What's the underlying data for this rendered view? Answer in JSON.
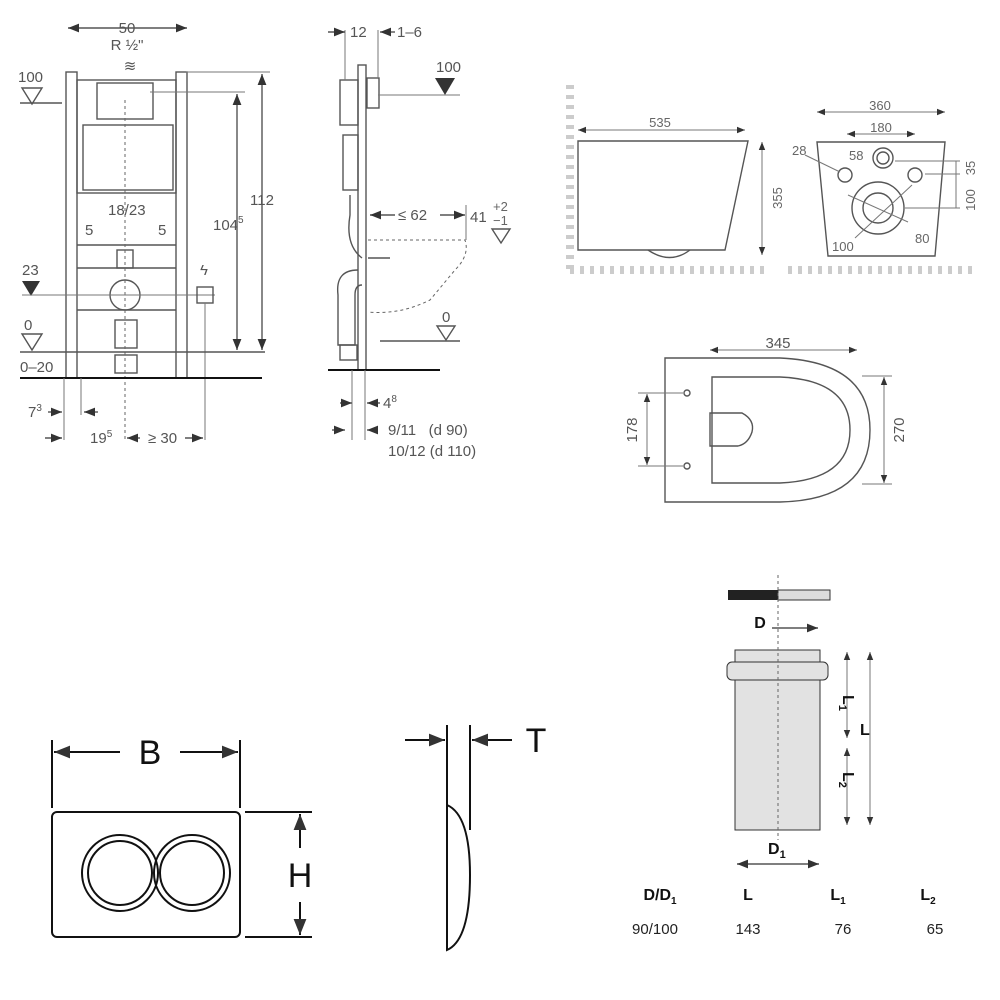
{
  "frame_front": {
    "width": "50",
    "connection": "R ½\"",
    "level_top": "100",
    "height_total": "112",
    "height_inner": "104",
    "height_inner_sup": "5",
    "spacing": "18/23",
    "offset_left": "5",
    "offset_right": "5",
    "level_drain": "23",
    "level_floor": "0",
    "floor_range": "0–20",
    "dist_a": "7",
    "dist_a_sup": "3",
    "dist_b": "19",
    "dist_b_sup": "5",
    "dist_c": "≥ 30"
  },
  "frame_side": {
    "depth": "12",
    "adjust": "1–6",
    "level_top": "100",
    "bowl_max": "≤ 62",
    "bowl_height": "41",
    "bowl_tol_plus": "+2",
    "bowl_tol_minus": "−1",
    "level_floor": "0",
    "wall_gap": "4",
    "wall_gap_sup": "8",
    "pipe_small": "9/11   (d 90)",
    "pipe_large": "10/12 (d 110)"
  },
  "bowl_side": {
    "length": "535",
    "height": "355"
  },
  "bowl_rear": {
    "width": "360",
    "bolt_spacing": "180",
    "hole_small": "28",
    "hole_inlet": "58",
    "outlet_outer": "100",
    "outlet_inner": "80",
    "dim_35": "35",
    "dim_100": "100"
  },
  "bowl_top": {
    "length": "345",
    "width": "270",
    "hole_spacing": "178"
  },
  "flush_plate": {
    "width_label": "B",
    "height_label": "H",
    "thickness_label": "T"
  },
  "pipe": {
    "label_d": "D",
    "label_d1": "D",
    "label_d1_sub": "1",
    "label_l": "L",
    "label_l1": "L",
    "label_l1_sub": "1",
    "label_l2": "L",
    "label_l2_sub": "2",
    "table": {
      "headers": [
        {
          "main": "D/D",
          "sub": "1"
        },
        {
          "main": "L",
          "sub": ""
        },
        {
          "main": "L",
          "sub": "1"
        },
        {
          "main": "L",
          "sub": "2"
        }
      ],
      "row": [
        "90/100",
        "143",
        "76",
        "65"
      ]
    }
  }
}
